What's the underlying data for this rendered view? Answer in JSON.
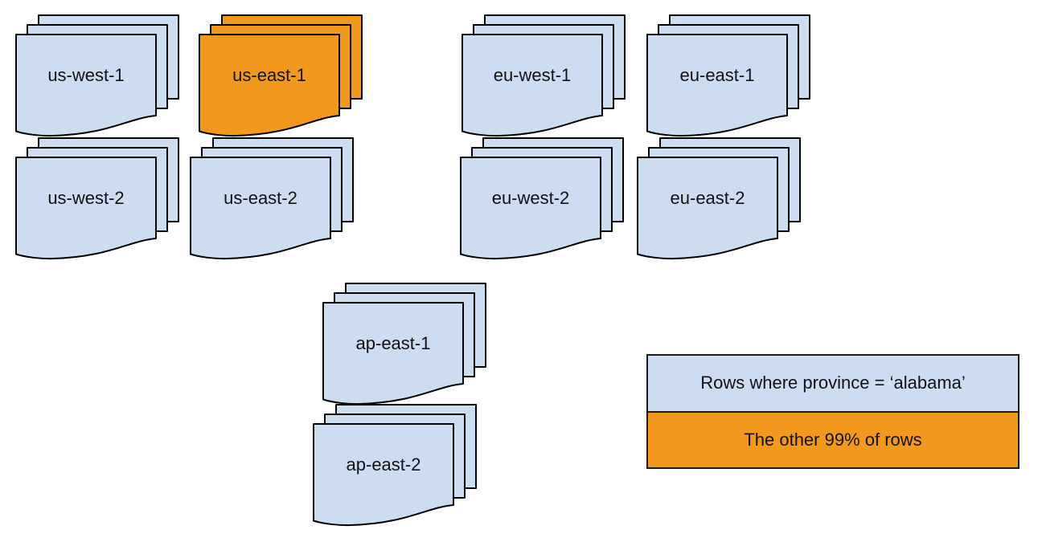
{
  "colors": {
    "region_blue": "#CCDDF2",
    "highlight_orange": "#F2991D",
    "outline": "#000000"
  },
  "stacks": [
    {
      "id": "us-west-1",
      "label": "us-west-1",
      "fill": "#CCDDF2"
    },
    {
      "id": "us-east-1",
      "label": "us-east-1",
      "fill": "#F2991D"
    },
    {
      "id": "eu-west-1",
      "label": "eu-west-1",
      "fill": "#CCDDF2"
    },
    {
      "id": "eu-east-1",
      "label": "eu-east-1",
      "fill": "#CCDDF2"
    },
    {
      "id": "us-west-2",
      "label": "us-west-2",
      "fill": "#CCDDF2"
    },
    {
      "id": "us-east-2",
      "label": "us-east-2",
      "fill": "#CCDDF2"
    },
    {
      "id": "eu-west-2",
      "label": "eu-west-2",
      "fill": "#CCDDF2"
    },
    {
      "id": "eu-east-2",
      "label": "eu-east-2",
      "fill": "#CCDDF2"
    },
    {
      "id": "ap-east-1",
      "label": "ap-east-1",
      "fill": "#CCDDF2"
    },
    {
      "id": "ap-east-2",
      "label": "ap-east-2",
      "fill": "#CCDDF2"
    }
  ],
  "legend": {
    "items": [
      {
        "label": "Rows where province = ‘alabama’",
        "fill": "#CCDDF2"
      },
      {
        "label": "The other 99% of rows",
        "fill": "#F2991D"
      }
    ]
  }
}
